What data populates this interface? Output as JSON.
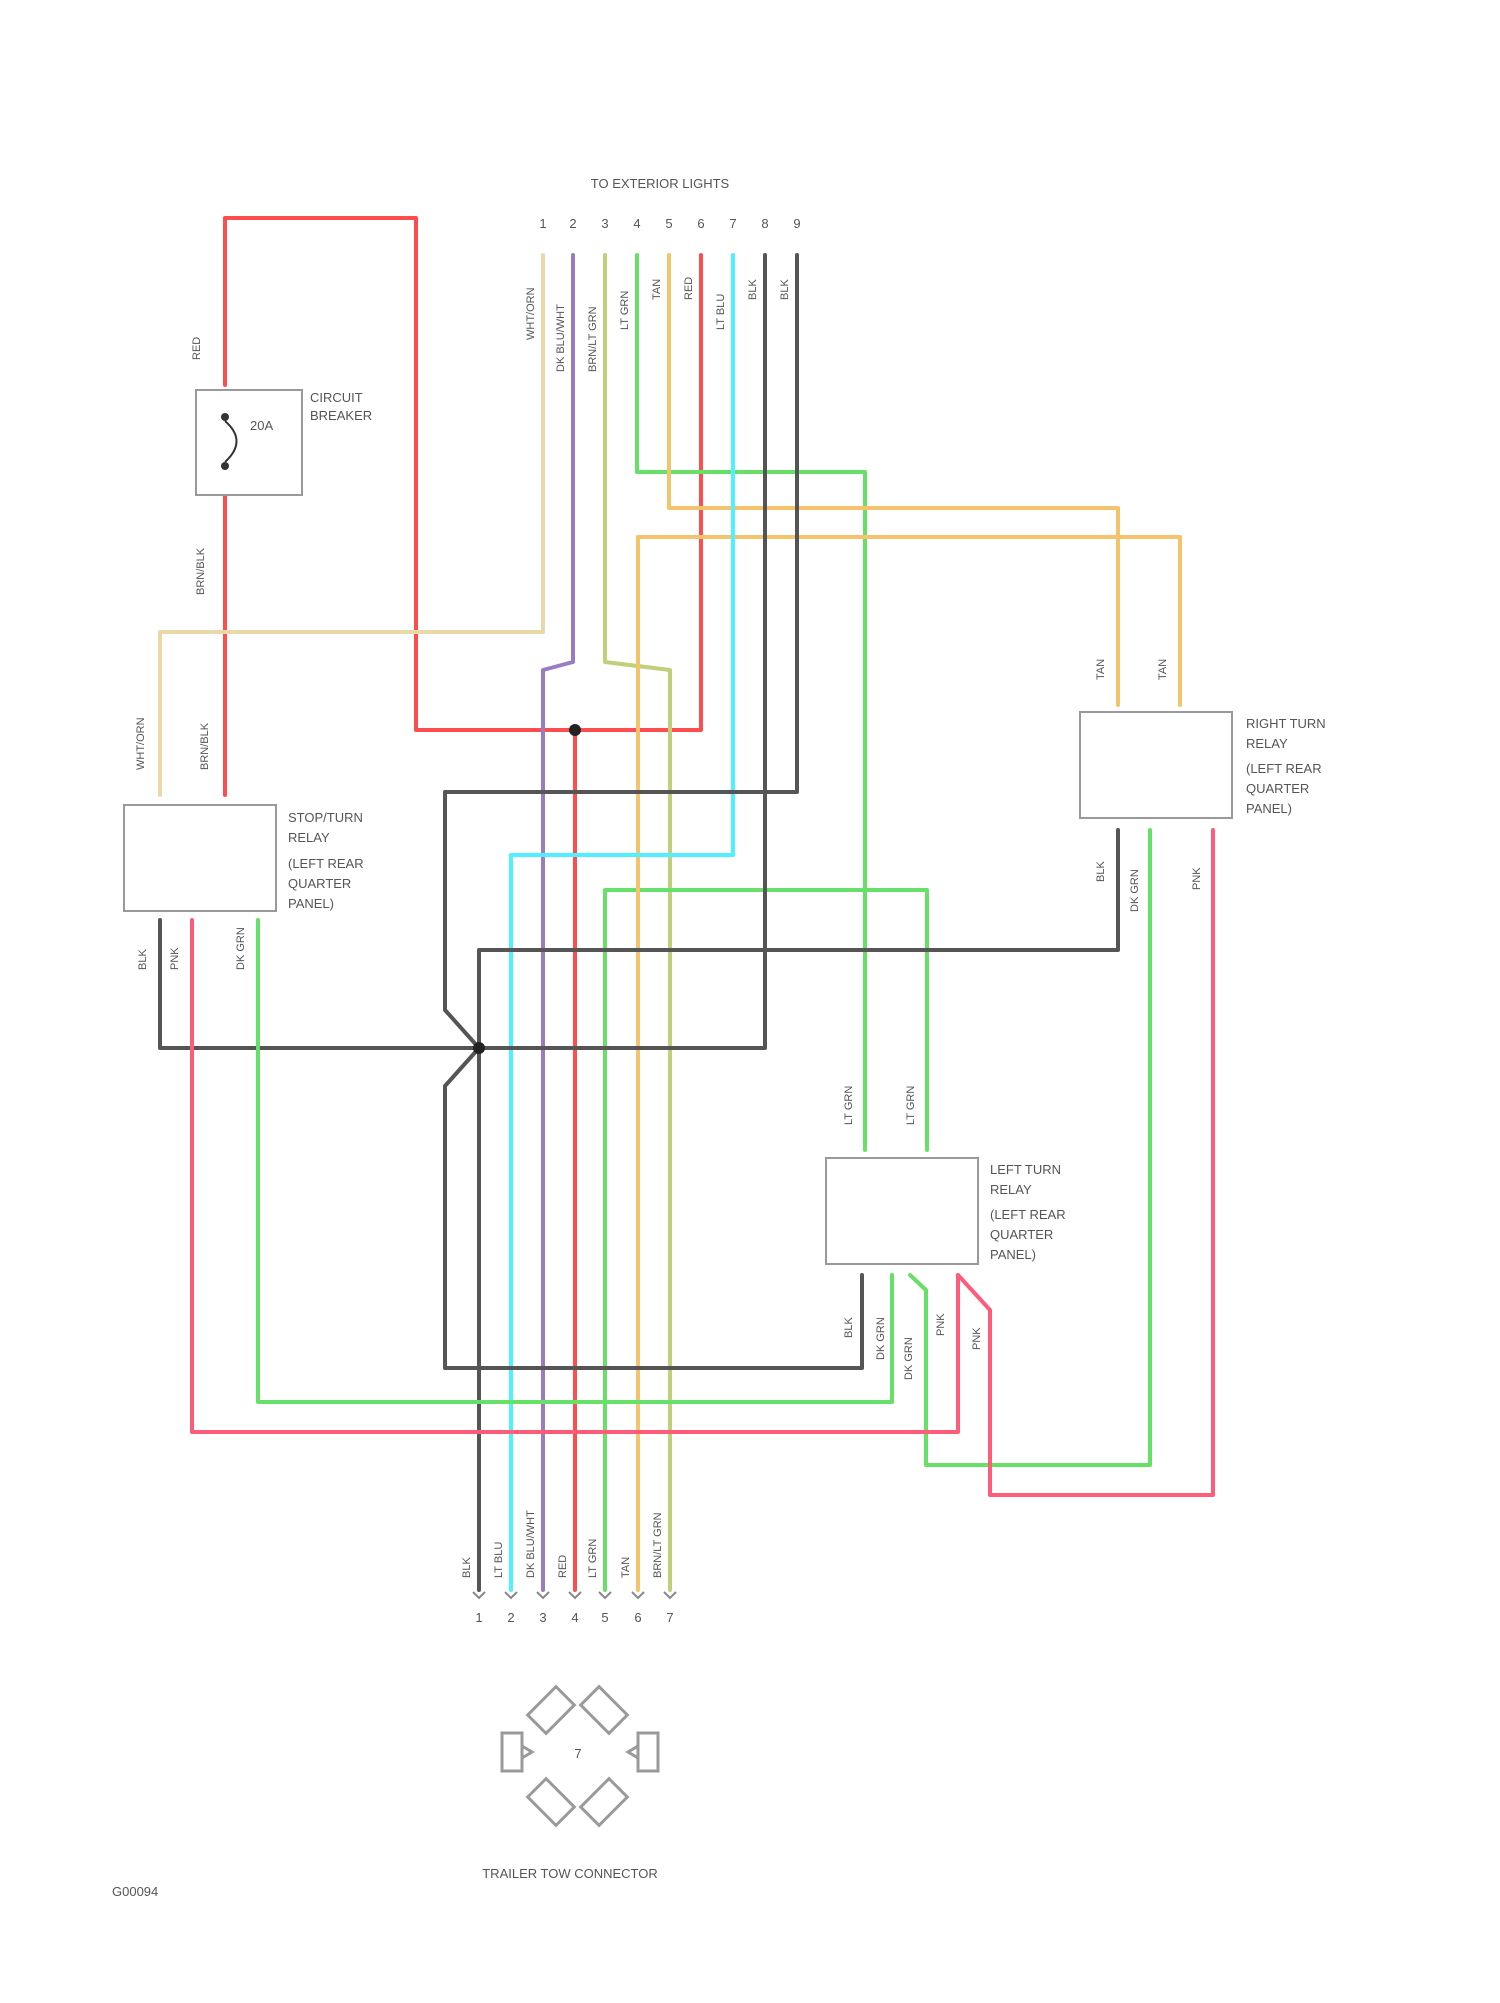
{
  "header": {
    "title": "TO EXTERIOR LIGHTS"
  },
  "top_pins": [
    "1",
    "2",
    "3",
    "4",
    "5",
    "6",
    "7",
    "8",
    "9"
  ],
  "top_wire_labels": [
    "WHT/ORN",
    "DK BLU/WHT",
    "BRN/LT GRN",
    "LT GRN",
    "TAN",
    "RED",
    "LT BLU",
    "BLK",
    "BLK"
  ],
  "circuit_breaker": {
    "name_lines": [
      "CIRCUIT",
      "BREAKER"
    ],
    "rating": "20A",
    "in_label": "RED",
    "out_label": "BRN/BLK"
  },
  "stop_relay": {
    "name_lines": [
      "STOP/TURN",
      "RELAY",
      "(LEFT REAR",
      "QUARTER",
      "PANEL)"
    ],
    "in_labels": [
      "WHT/ORN",
      "BRN/BLK"
    ],
    "out_labels": [
      "BLK",
      "PNK",
      "DK GRN"
    ]
  },
  "right_relay": {
    "name_lines": [
      "RIGHT TURN",
      "RELAY",
      "(LEFT REAR",
      "QUARTER",
      "PANEL)"
    ],
    "in_labels": [
      "TAN",
      "TAN"
    ],
    "out_labels": [
      "BLK",
      "DK GRN",
      "PNK"
    ]
  },
  "left_relay": {
    "name_lines": [
      "LEFT TURN",
      "RELAY",
      "(LEFT REAR",
      "QUARTER",
      "PANEL)"
    ],
    "in_labels": [
      "LT GRN",
      "LT GRN"
    ],
    "out_labels": [
      "BLK",
      "DK GRN",
      "DK GRN",
      "PNK",
      "PNK"
    ]
  },
  "bottom_pins": [
    "1",
    "2",
    "3",
    "4",
    "5",
    "6",
    "7"
  ],
  "bottom_wire_labels": [
    "BLK",
    "LT BLU",
    "DK BLU/WHT",
    "RED",
    "LT GRN",
    "TAN",
    "BRN/LT GRN"
  ],
  "connector": {
    "title": "TRAILER TOW CONNECTOR",
    "center_label": "7"
  },
  "figure_id": "G00094",
  "wire_colors": {
    "red": "#ff4d4d",
    "pink": "#ff5c7a",
    "beige": "#ead9a6",
    "purple": "#9a7cc4",
    "olive": "#bfcf7a",
    "green": "#66e066",
    "tan": "#f5c36b",
    "cyan": "#4ff0ff",
    "black": "#555555"
  }
}
